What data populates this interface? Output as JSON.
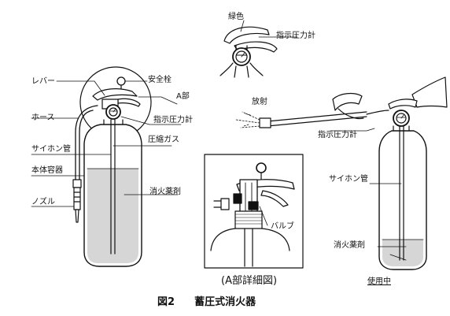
{
  "labels": {
    "green": "緑色",
    "gauge_top": "指示圧力計",
    "safety_pin": "安全栓",
    "lever": "レバー",
    "part_a": "A部",
    "gauge_main": "指示圧力計",
    "hose": "ホース",
    "compressed_gas": "圧縮ガス",
    "siphon_left": "サイホン管",
    "body_container": "本体容器",
    "agent_left": "消火薬剤",
    "nozzle": "ノズル",
    "discharge": "放射",
    "gauge_use": "指示圧力計",
    "siphon_right": "サイホン管",
    "valve": "バルブ",
    "agent_right": "消火薬剤"
  },
  "captions": {
    "detail": "(A部詳細図)",
    "in_use": "使用中",
    "figure_num": "図2",
    "figure_title": "蓄圧式消火器"
  }
}
